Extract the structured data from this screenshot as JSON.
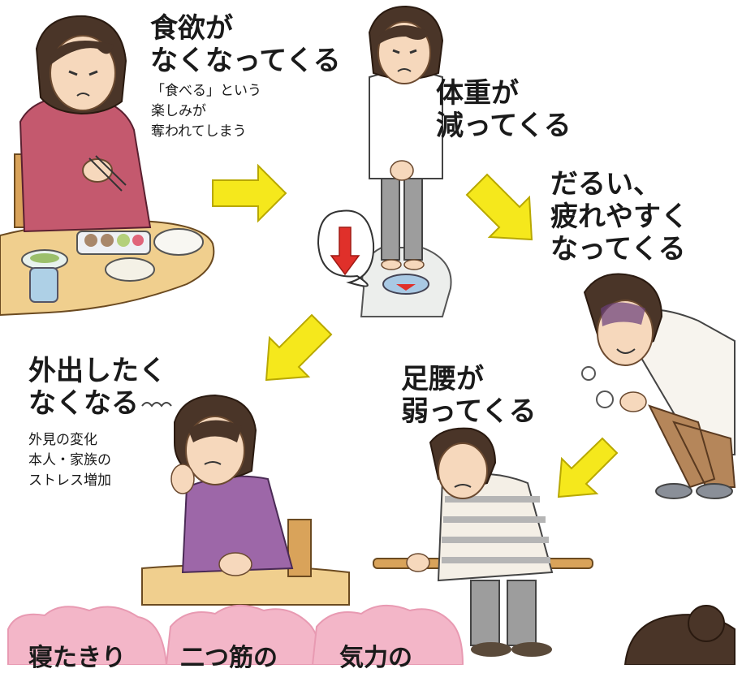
{
  "steps": {
    "appetite": {
      "title": [
        "食欲が",
        "なくなってくる"
      ],
      "note": [
        "「食べる」という",
        "楽しみが",
        "奪われてしまう"
      ]
    },
    "weight": {
      "title": [
        "体重が",
        "減ってくる"
      ]
    },
    "fatigue": {
      "title": [
        "だるい、",
        "疲れやすく",
        "なってくる"
      ]
    },
    "legs": {
      "title": [
        "足腰が",
        "弱ってくる"
      ]
    },
    "outing": {
      "title": [
        "外出したく",
        "なくなる"
      ],
      "note": [
        "外見の変化",
        "本人・家族の",
        "ストレス増加"
      ]
    }
  },
  "bottom_clouds": [
    "寝たきり",
    "二つ筋の",
    "気力の"
  ],
  "colors": {
    "arrow": "#f5e81c",
    "arrow_stroke": "#b8a800",
    "cloud": "#f3b6c8",
    "scale_arrow": "#e0302a"
  }
}
